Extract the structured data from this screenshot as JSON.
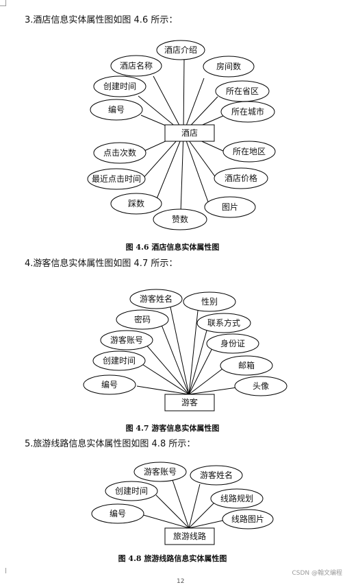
{
  "sections": [
    {
      "heading": "3.酒店信息实体属性图如图 4.6 所示：",
      "caption": "图 4.6  酒店信息实体属性图",
      "entity": "酒店",
      "attributes": [
        "酒店介绍",
        "酒店名称",
        "房间数",
        "创建时间",
        "所在省区",
        "编号",
        "所在城市",
        "点击次数",
        "所在地区",
        "最近点击时间",
        "酒店价格",
        "踩数",
        "图片",
        "赞数"
      ]
    },
    {
      "heading": "4.游客信息实体属性图如图 4.7 所示：",
      "caption": "图 4.7    游客信息实体属性图",
      "entity": "游客",
      "attributes": [
        "游客姓名",
        "性别",
        "密码",
        "联系方式",
        "游客账号",
        "身份证",
        "创建时间",
        "邮箱",
        "编号",
        "头像"
      ]
    },
    {
      "heading": "5.旅游线路信息实体属性图如图 4.8 所示：",
      "caption": "图 4.8    旅游线路信息实体属性图",
      "entity": "旅游线路",
      "attributes": [
        "游客账号",
        "游客姓名",
        "创建时间",
        "线路规划",
        "编号",
        "线路图片"
      ]
    }
  ],
  "footer": {
    "watermark": "CSDN @翰文编程",
    "page_number": "12"
  }
}
